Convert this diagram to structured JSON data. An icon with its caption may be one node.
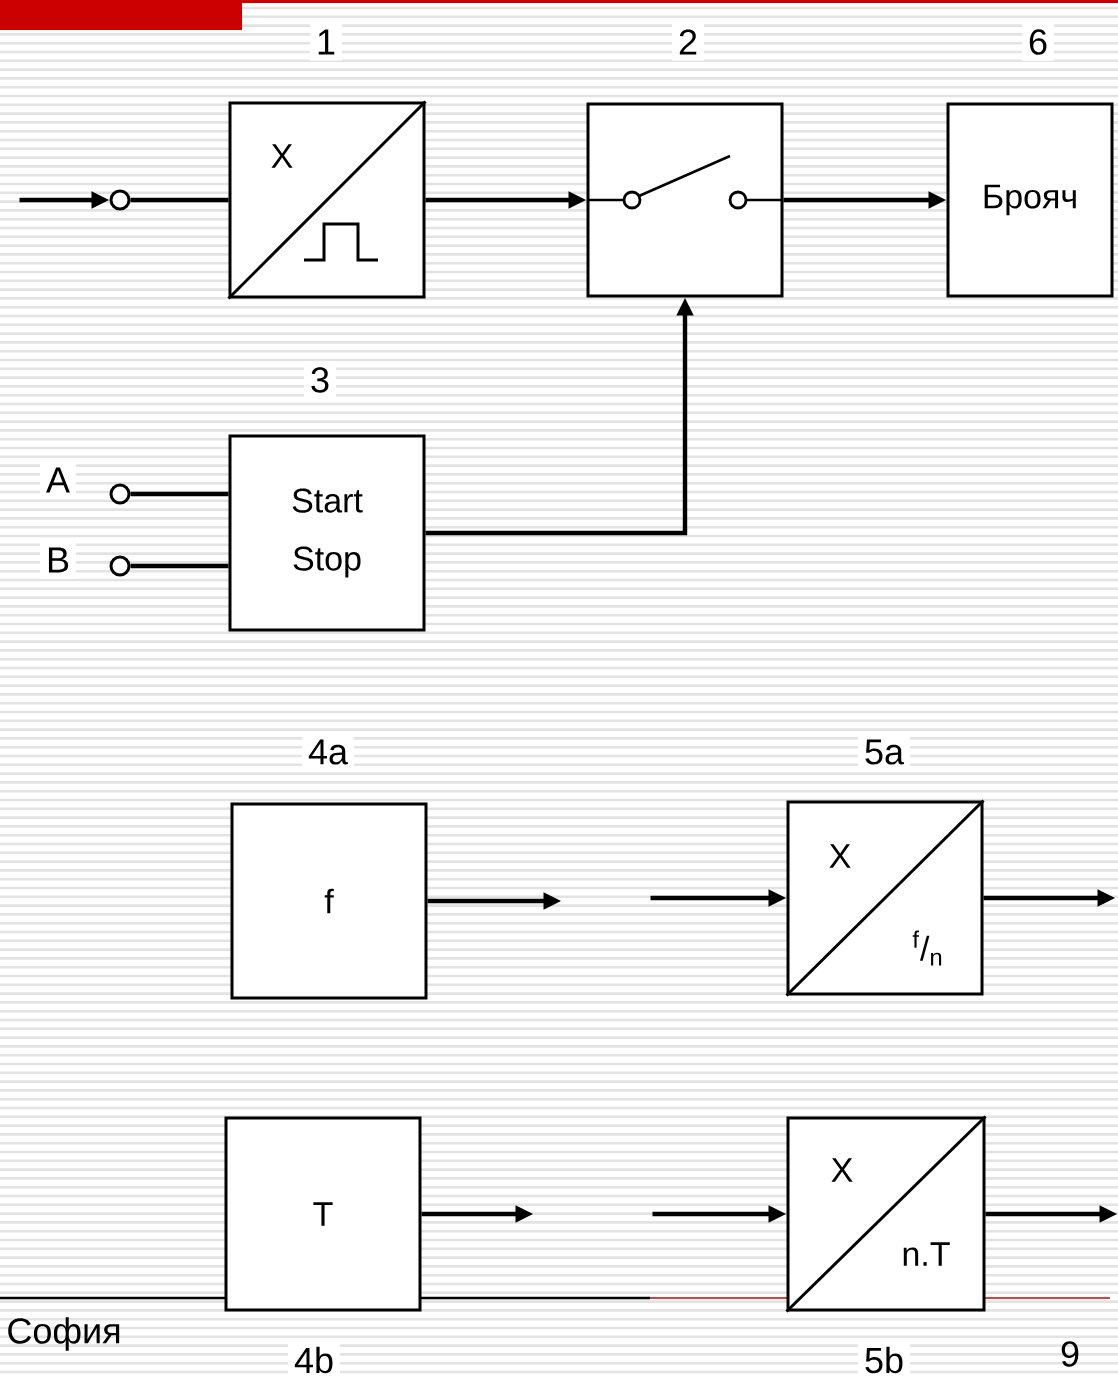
{
  "diagram": {
    "nodes": [
      {
        "text": [],
        "shape": "circle"
      },
      {
        "text": [
          "X"
        ],
        "beside": [
          "1"
        ]
      },
      {
        "text": [],
        "shape": "box",
        "beside": [
          "2"
        ]
      },
      {
        "text": [
          "Брояч"
        ],
        "beside": [
          "6"
        ]
      },
      {
        "text": [],
        "shape": "circle",
        "beside": [
          "A"
        ]
      },
      {
        "text": [],
        "shape": "circle",
        "beside": [
          "B"
        ]
      },
      {
        "text": [
          "Start Stop"
        ],
        "beside": [
          "3"
        ]
      },
      {
        "text": [
          "f"
        ],
        "beside": [
          "4a"
        ]
      },
      {
        "text": [
          "X",
          "$^{f}$/$_{n}$"
        ],
        "beside": [
          "5a"
        ]
      },
      {
        "text": [
          "T"
        ],
        "beside": [
          "4b"
        ]
      },
      {
        "text": [
          "X",
          "n.T"
        ],
        "beside": [
          "5b"
        ]
      }
    ],
    "edges": [
      {
        "from": null,
        "to": 0,
        "arrow": "to"
      },
      {
        "from": 0,
        "to": 1,
        "arrow": "none"
      },
      {
        "from": 1,
        "to": 2,
        "arrow": "to"
      },
      {
        "from": 2,
        "to": 3,
        "arrow": "to"
      },
      {
        "from": 6,
        "to": 2,
        "arrow": "to"
      },
      {
        "from": 4,
        "to": 6,
        "arrow": "none"
      },
      {
        "from": 5,
        "to": 6,
        "arrow": "none"
      },
      {
        "from": 7,
        "to": null,
        "arrow": "to"
      },
      {
        "from": null,
        "to": 8,
        "arrow": "to"
      },
      {
        "from": 8,
        "to": null,
        "arrow": "to"
      },
      {
        "from": 9,
        "to": null,
        "arrow": "to"
      },
      {
        "from": null,
        "to": 10,
        "arrow": "to"
      },
      {
        "from": 10,
        "to": null,
        "arrow": "to"
      }
    ],
    "labels": [
      "София",
      "9"
    ]
  }
}
